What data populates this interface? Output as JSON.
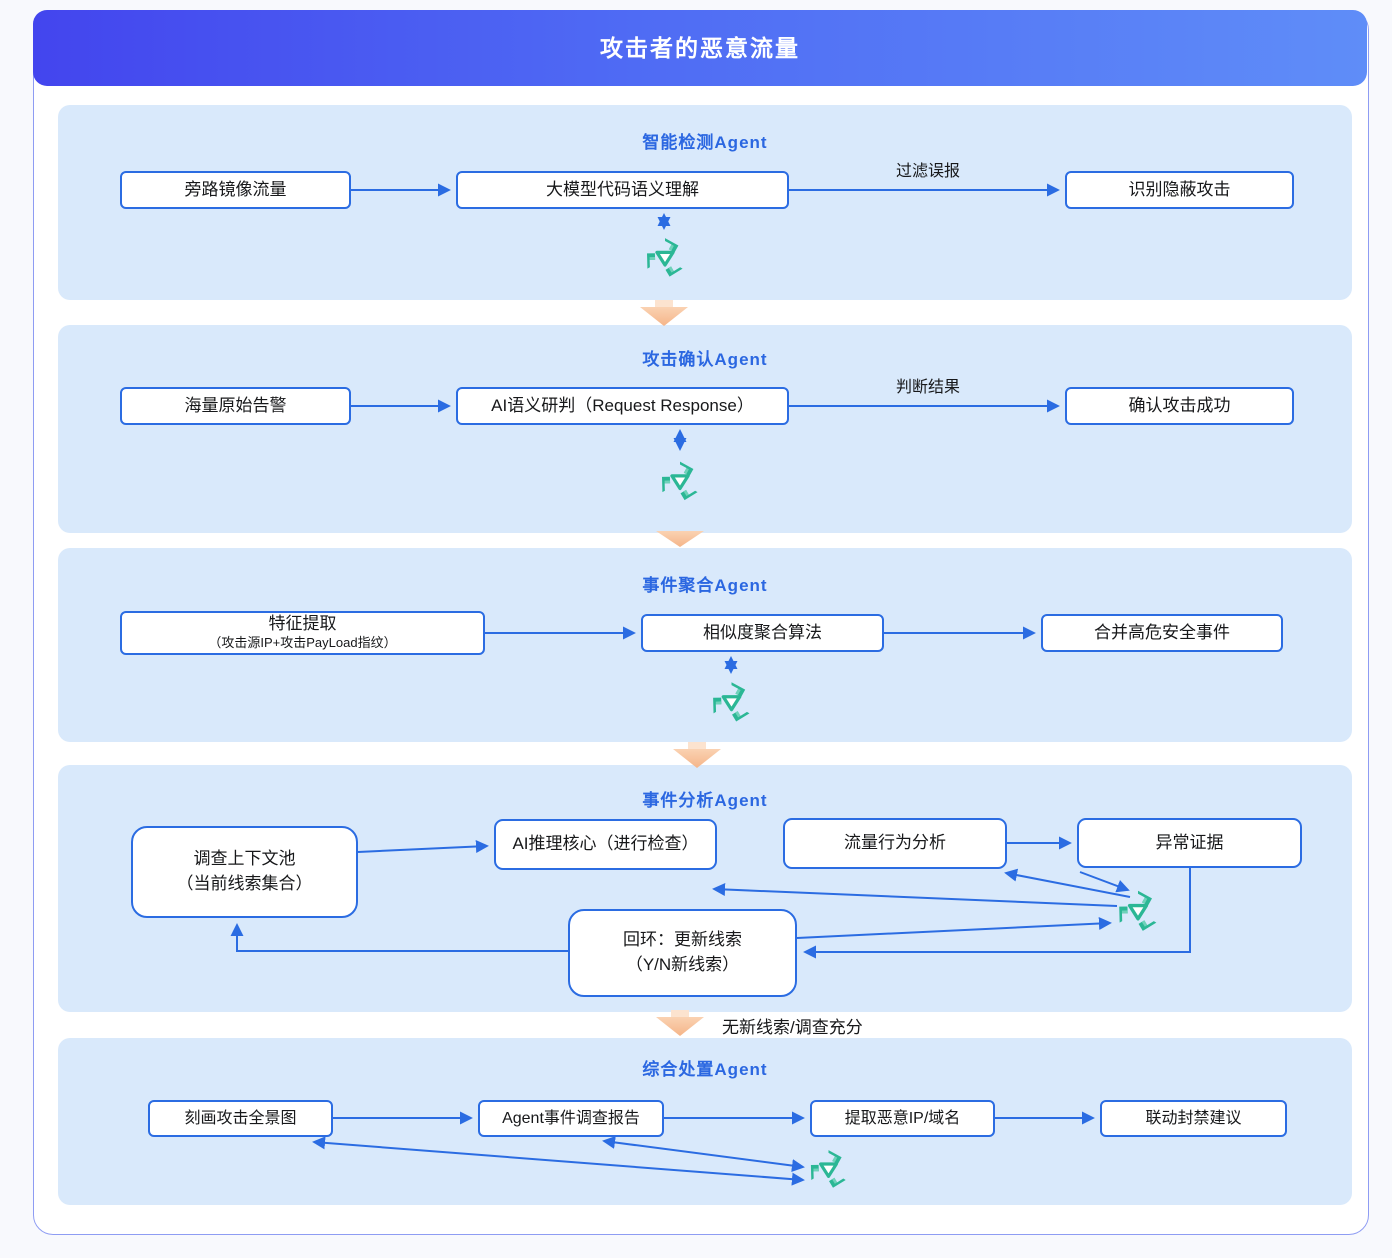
{
  "header": {
    "title": "攻击者的恶意流量"
  },
  "sections": [
    {
      "title": "智能检测Agent",
      "nodes": [
        {
          "label": "旁路镜像流量"
        },
        {
          "label": "大模型代码语义理解"
        },
        {
          "label": "识别隐蔽攻击"
        }
      ],
      "edge_label": "过滤误报"
    },
    {
      "title": "攻击确认Agent",
      "nodes": [
        {
          "label": "海量原始告警"
        },
        {
          "label": "AI语义研判（Request Response）"
        },
        {
          "label": "确认攻击成功"
        }
      ],
      "edge_label": "判断结果"
    },
    {
      "title": "事件聚合Agent",
      "nodes": [
        {
          "label": "特征提取",
          "sublabel": "（攻击源IP+攻击PayLoad指纹）"
        },
        {
          "label": "相似度聚合算法"
        },
        {
          "label": "合并高危安全事件"
        }
      ]
    },
    {
      "title": "事件分析Agent",
      "nodes": [
        {
          "label": "调查上下文池",
          "sublabel": "（当前线索集合）"
        },
        {
          "label": "AI推理核心（进行检查）"
        },
        {
          "label": "流量行为分析"
        },
        {
          "label": "异常证据"
        },
        {
          "label": "回环：更新线索",
          "sublabel": "（Y/N新线索）"
        }
      ]
    },
    {
      "title": "综合处置Agent",
      "nodes": [
        {
          "label": "刻画攻击全景图"
        },
        {
          "label": "Agent事件调查报告"
        },
        {
          "label": "提取恶意IP/域名"
        },
        {
          "label": "联动封禁建议"
        }
      ]
    }
  ],
  "transition": {
    "label": "无新线索/调查充分"
  },
  "icons": {
    "agent_logo": "green-knot-agent-logo",
    "flow_arrow": "orange-down-flow-arrow"
  },
  "colors": {
    "header_gradient_left": "#4345ee",
    "header_gradient_right": "#5f8df8",
    "panel_blue": "#d9e9fb",
    "node_border_blue": "#2b6ce2",
    "section_title_blue": "#2b67e1",
    "logo_green": "#2bb795",
    "transition_orange": "#f5b589",
    "card_border": "#8e9cf3"
  }
}
